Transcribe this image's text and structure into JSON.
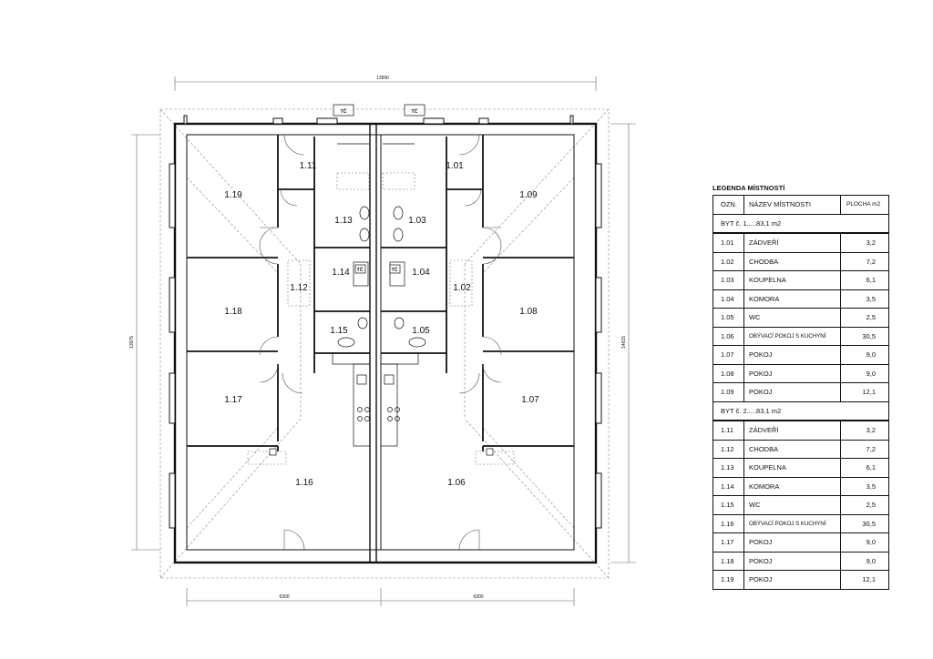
{
  "dimensions": {
    "total_width": "13990",
    "left_height": "13975",
    "right_height": "14615",
    "half_left": "6300",
    "half_right": "6300"
  },
  "heat_pump_label": "TČ",
  "rooms": {
    "r101": "1.01",
    "r102": "1.02",
    "r103": "1.03",
    "r104": "1.04",
    "r105": "1.05",
    "r106": "1.06",
    "r107": "1.07",
    "r108": "1.08",
    "r109": "1.09",
    "r111": "1.11",
    "r112": "1.12",
    "r113": "1.13",
    "r114": "1.14",
    "r115": "1.15",
    "r116": "1.16",
    "r117": "1.17",
    "r118": "1.18",
    "r119": "1.19"
  },
  "legend": {
    "title": "LEGENDA MÍSTNOSTÍ",
    "header": {
      "code": "OZN.",
      "name": "NÁZEV MÍSTNOSTI",
      "area": "PLOCHA m2"
    },
    "sections": [
      {
        "label": "BYT č. 1.....83,1 m2",
        "rows": [
          {
            "code": "1.01",
            "name": "ZÁDVEŘÍ",
            "area": "3,2"
          },
          {
            "code": "1.02",
            "name": "CHODBA",
            "area": "7,2"
          },
          {
            "code": "1.03",
            "name": "KOUPELNA",
            "area": "6,1"
          },
          {
            "code": "1.04",
            "name": "KOMORA",
            "area": "3,5"
          },
          {
            "code": "1.05",
            "name": "WC",
            "area": "2,5"
          },
          {
            "code": "1.06",
            "name": "OBÝVACÍ POKOJ S KUCHYNÍ",
            "area": "30,5"
          },
          {
            "code": "1.07",
            "name": "POKOJ",
            "area": "9,0"
          },
          {
            "code": "1.08",
            "name": "POKOJ",
            "area": "9,0"
          },
          {
            "code": "1.09",
            "name": "POKOJ",
            "area": "12,1"
          }
        ]
      },
      {
        "label": "BYT č. 2.....83,1 m2",
        "rows": [
          {
            "code": "1.11",
            "name": "ZÁDVEŘÍ",
            "area": "3,2"
          },
          {
            "code": "1.12",
            "name": "CHODBA",
            "area": "7,2"
          },
          {
            "code": "1.13",
            "name": "KOUPELNA",
            "area": "6,1"
          },
          {
            "code": "1.14",
            "name": "KOMORA",
            "area": "3,5"
          },
          {
            "code": "1.15",
            "name": "WC",
            "area": "2,5"
          },
          {
            "code": "1.16",
            "name": "OBÝVACÍ POKOJ S KUCHYNÍ",
            "area": "30,5"
          },
          {
            "code": "1.17",
            "name": "POKOJ",
            "area": "9,0"
          },
          {
            "code": "1.18",
            "name": "POKOJ",
            "area": "9,0"
          },
          {
            "code": "1.19",
            "name": "POKOJ",
            "area": "12,1"
          }
        ]
      }
    ]
  }
}
